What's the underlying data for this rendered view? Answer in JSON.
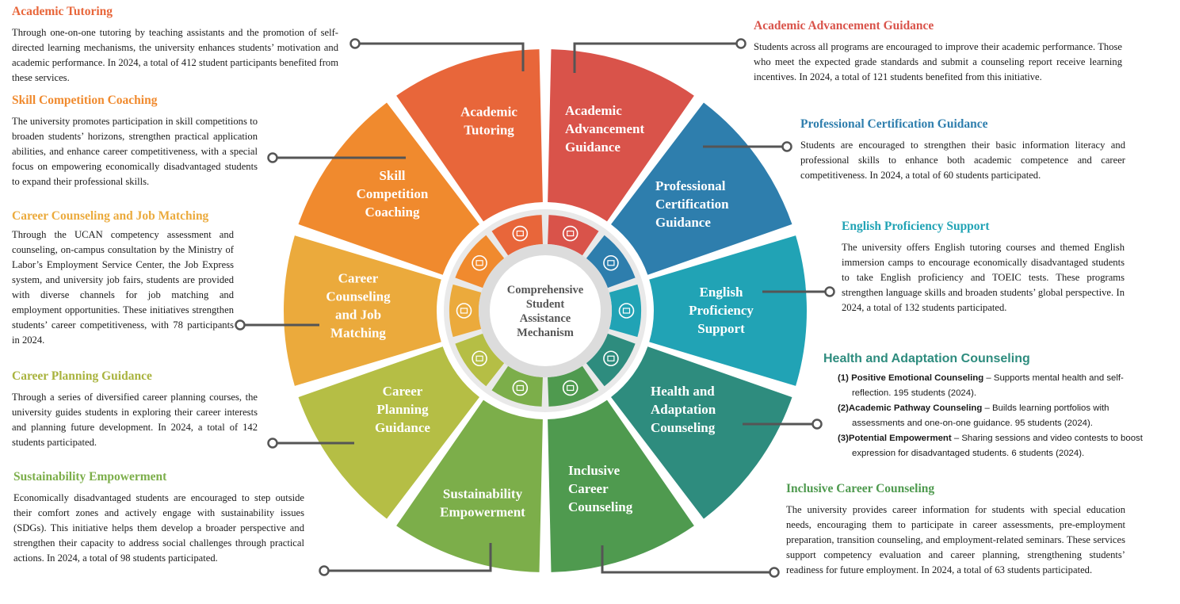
{
  "center_label": [
    "Comprehensive",
    "Student",
    "Assistance",
    "Mechanism"
  ],
  "segments": [
    {
      "label": [
        "Academic",
        "Tutoring"
      ],
      "color": "#E8663A"
    },
    {
      "label": [
        "Academic",
        "Advancement",
        "Guidance"
      ],
      "color": "#D9534A"
    },
    {
      "label": [
        "Professional",
        "Certification",
        "Guidance"
      ],
      "color": "#2E7EAD"
    },
    {
      "label": [
        "English",
        "Proficiency",
        "Support"
      ],
      "color": "#21A3B5"
    },
    {
      "label": [
        "Health and",
        "Adaptation",
        "Counseling"
      ],
      "color": "#2E8C7E"
    },
    {
      "label": [
        "Inclusive",
        "Career",
        "Counseling"
      ],
      "color": "#4F9A4F"
    },
    {
      "label": [
        "Sustainability",
        "Empowerment"
      ],
      "color": "#7CAE4A"
    },
    {
      "label": [
        "Career",
        "Planning",
        "Guidance"
      ],
      "color": "#B5BE45"
    },
    {
      "label": [
        "Career",
        "Counseling",
        "and Job",
        "Matching"
      ],
      "color": "#EBAA3C"
    },
    {
      "label": [
        "Skill",
        "Competition",
        "Coaching"
      ],
      "color": "#F08A2E"
    }
  ],
  "blocks": {
    "academic_tutoring": {
      "title": "Academic Tutoring",
      "color": "#E8663A",
      "body": "Through one-on-one tutoring by teaching assistants and the promotion of self-directed learning mechanisms, the university enhances students’ motivation and academic performance. In 2024, a total of 412 student participants benefited from these services."
    },
    "skill_competition": {
      "title": "Skill Competition Coaching",
      "color": "#F08A2E",
      "body": "The university promotes participation in skill competitions to broaden students’ horizons, strengthen practical application abilities, and enhance career competitiveness, with a special focus on empowering economically disadvantaged students to expand their professional skills."
    },
    "career_counseling": {
      "title": "Career Counseling and Job Matching",
      "color": "#EBAA3C",
      "body": "Through the UCAN competency assessment and counseling, on-campus consultation by the Ministry of Labor’s Employment Service Center, the Job Express system, and university job fairs, students are provided with diverse channels for job matching and employment opportunities. These initiatives strengthen students’ career competitiveness, with 78 participants in 2024."
    },
    "career_planning": {
      "title": "Career Planning Guidance",
      "color": "#A9B33E",
      "body": "Through a series of diversified career planning courses, the university guides students in exploring their career interests and planning future development. In 2024, a total of 142 students participated."
    },
    "sustainability": {
      "title": "Sustainability Empowerment",
      "color": "#7CAE4A",
      "body": "Economically disadvantaged students are encouraged to step outside their comfort zones and actively engage with sustainability issues (SDGs). This initiative helps them develop a broader perspective and strengthen their capacity to address social challenges through practical actions. In 2024, a total of 98 students participated."
    },
    "academic_advancement": {
      "title": "Academic Advancement Guidance",
      "color": "#D9534A",
      "body": "Students across all programs are encouraged to improve their academic performance. Those who meet the expected grade standards and submit a counseling report receive learning incentives. In 2024, a total of 121 students benefited from this initiative."
    },
    "professional_certification": {
      "title": "Professional Certification Guidance",
      "color": "#2E7EAD",
      "body": "Students are encouraged to strengthen their basic information literacy and professional skills to enhance both academic competence and career competitiveness. In 2024, a total of 60 students participated."
    },
    "english_proficiency": {
      "title": "English Proficiency Support",
      "color": "#21A3B5",
      "body": "The university offers English tutoring courses and themed English immersion camps to encourage economically disadvantaged students to take English proficiency and TOEIC tests. These programs strengthen language skills and broaden students’ global perspective. In 2024, a total of 132 students participated."
    },
    "health_adaptation": {
      "title": "Health and Adaptation Counseling",
      "color": "#2E8C7E",
      "items": [
        {
          "num": "(1)",
          "name": "Positive Emotional Counseling",
          "desc": " – Supports mental health and self-reflection. 195 students (2024)."
        },
        {
          "num": "(2)",
          "name": "Academic Pathway Counseling",
          "desc": " – Builds learning portfolios with assessments and one-on-one guidance. 95 students (2024)."
        },
        {
          "num": "(3)",
          "name": "Potential Empowerment",
          "desc": " – Sharing sessions and video contests to boost expression for disadvantaged students. 6 students (2024)."
        }
      ]
    },
    "inclusive_career": {
      "title": "Inclusive Career Counseling",
      "color": "#4F9A4F",
      "body": "The university provides career information for students with special education needs, encouraging them to participate in career assessments, pre-employment preparation, transition counseling, and employment-related seminars. These services support competency evaluation and career planning, strengthening students’ readiness for future employment. In 2024, a total of 63 students participated."
    }
  },
  "icons": [
    "tutoring-icon",
    "advancement-icon",
    "certification-icon",
    "english-icon",
    "health-icon",
    "inclusive-icon",
    "sustainability-icon",
    "planning-icon",
    "job-matching-icon",
    "competition-icon"
  ]
}
